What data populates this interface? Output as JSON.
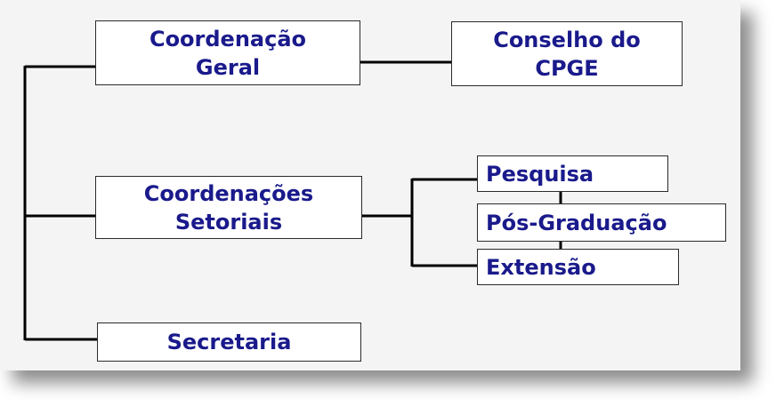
{
  "nodes": {
    "coord_geral": "Coordenação\nGeral",
    "conselho": "Conselho do\nCPGE",
    "coord_setoriais": "Coordenações\nSetoriais",
    "pesquisa": "Pesquisa",
    "pos_graduacao": "Pós-Graduação",
    "extensao": "Extensão",
    "secretaria": "Secretaria"
  },
  "colors": {
    "text": "#1a1a8c",
    "line": "#000000",
    "panel": "#f4f4f4"
  }
}
